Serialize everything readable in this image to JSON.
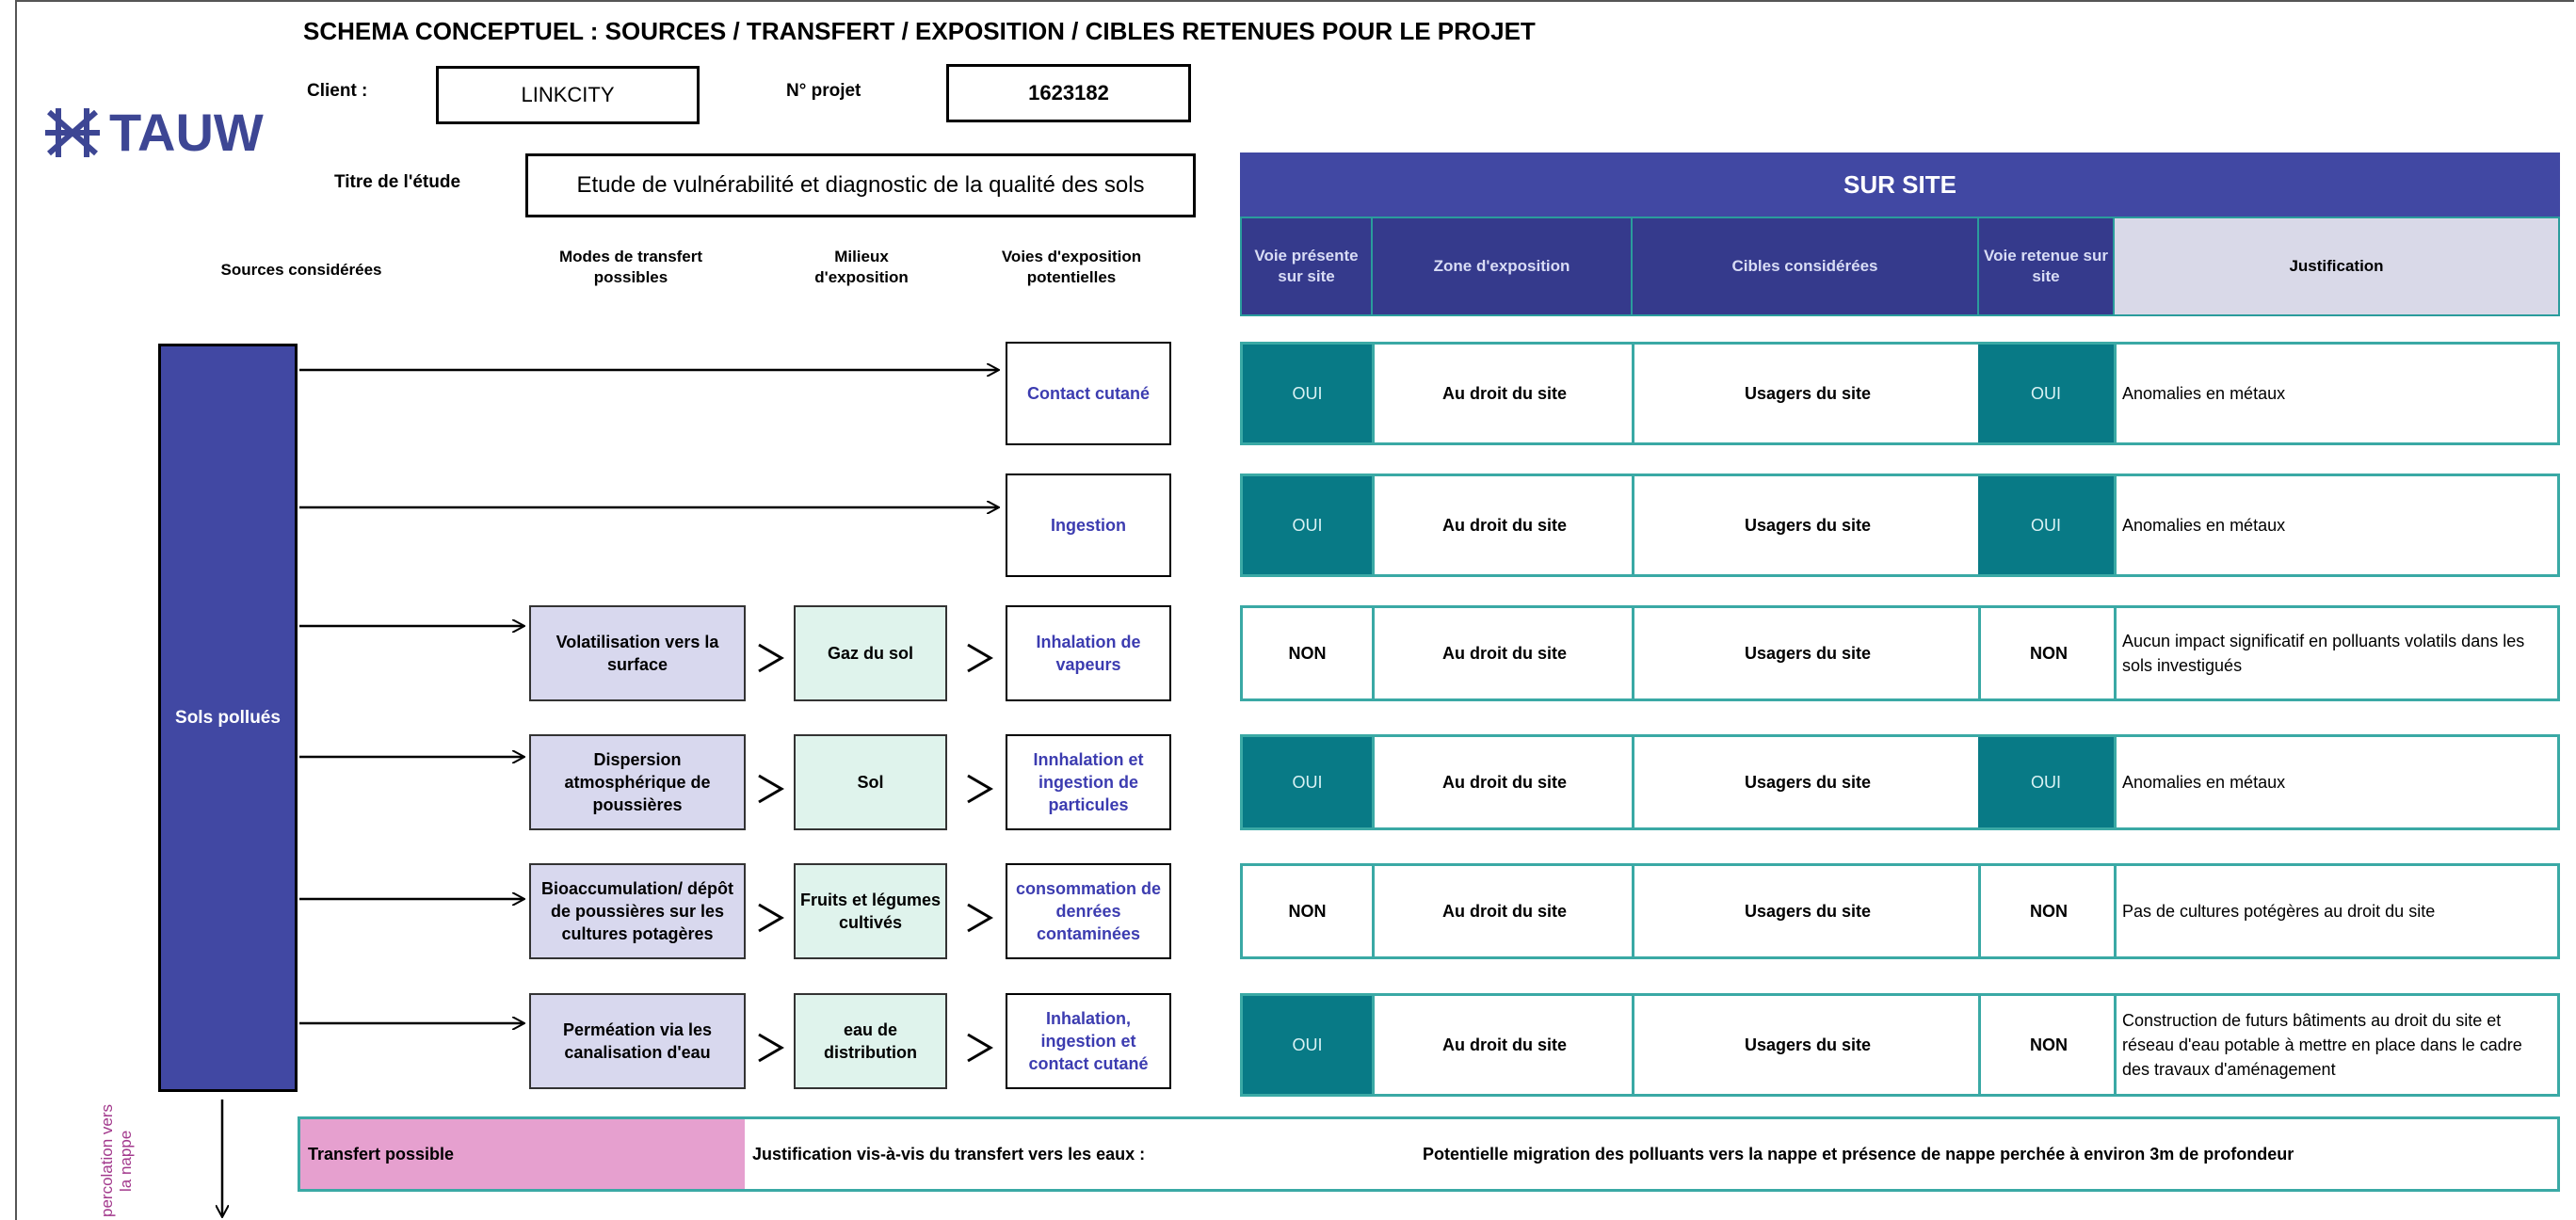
{
  "title": "SCHEMA CONCEPTUEL : SOURCES / TRANSFERT / EXPOSITION / CIBLES RETENUES POUR LE PROJET",
  "logo": {
    "text": "TAUW",
    "icon": "tauw-logo-icon"
  },
  "client": {
    "label": "Client :",
    "value": "LINKCITY"
  },
  "projet": {
    "label": "N° projet",
    "value": "1623182"
  },
  "etude": {
    "label": "Titre de l'étude",
    "value": "Etude de vulnérabilité et diagnostic de la qualité des sols"
  },
  "headers": {
    "sources": "Sources considérées",
    "modes": "Modes de transfert possibles",
    "milieux": "Milieux d'exposition",
    "voies": "Voies d'exposition potentielles"
  },
  "sur_site": {
    "title": "SUR SITE",
    "columns": [
      "Voie présente sur site",
      "Zone d'exposition",
      "Cibles considérées",
      "Voie retenue sur site",
      "Justification"
    ]
  },
  "source": "Sols pollués",
  "rows": [
    {
      "mode": "",
      "milieu": "",
      "voie": "Contact cutané",
      "presente": "OUI",
      "zone": "Au droit du site",
      "cibles": "Usagers du site",
      "retenue": "OUI",
      "justification": "Anomalies en métaux"
    },
    {
      "mode": "",
      "milieu": "",
      "voie": "Ingestion",
      "presente": "OUI",
      "zone": "Au droit du site",
      "cibles": "Usagers du site",
      "retenue": "OUI",
      "justification": "Anomalies en métaux"
    },
    {
      "mode": "Volatilisation vers la surface",
      "milieu": "Gaz du sol",
      "voie": "Inhalation de vapeurs",
      "presente": "NON",
      "zone": "Au droit du site",
      "cibles": "Usagers du site",
      "retenue": "NON",
      "justification": "Aucun impact significatif en polluants volatils dans les sols investigués"
    },
    {
      "mode": "Dispersion atmosphérique de poussières",
      "milieu": "Sol",
      "voie": "Innhalation et ingestion de particules",
      "presente": "OUI",
      "zone": "Au droit du site",
      "cibles": "Usagers du site",
      "retenue": "OUI",
      "justification": "Anomalies en métaux"
    },
    {
      "mode": "Bioaccumulation/ dépôt de poussières sur les cultures potagères",
      "milieu": "Fruits et légumes cultivés",
      "voie": "consommation de denrées contaminées",
      "presente": "NON",
      "zone": "Au droit du site",
      "cibles": "Usagers du site",
      "retenue": "NON",
      "justification": "Pas de cultures potégères au droit du site"
    },
    {
      "mode": "Perméation via les canalisation d'eau",
      "milieu": "eau de distribution",
      "voie": "Inhalation, ingestion et contact cutané",
      "presente": "OUI",
      "zone": "Au droit du site",
      "cibles": "Usagers du site",
      "retenue": "NON",
      "justification": "Construction de futurs bâtiments au droit du site et réseau d'eau potable à mettre en place dans le cadre des travaux d'aménagement"
    }
  ],
  "bottom": {
    "transfert": "Transfert possible",
    "label": "Justification vis-à-vis du transfert vers les eaux :",
    "text": "Potentielle migration des polluants vers la nappe et présence de nappe perchée à environ 3m de profondeur",
    "vertical": "percolation vers la nappe"
  },
  "colors": {
    "indigo": "#4148a3",
    "teal": "#087a86",
    "row_border": "#3aa9a5",
    "pink": "#e6a0cf",
    "mode_bg": "#d8d8ee",
    "milieu_bg": "#dff3ec"
  }
}
